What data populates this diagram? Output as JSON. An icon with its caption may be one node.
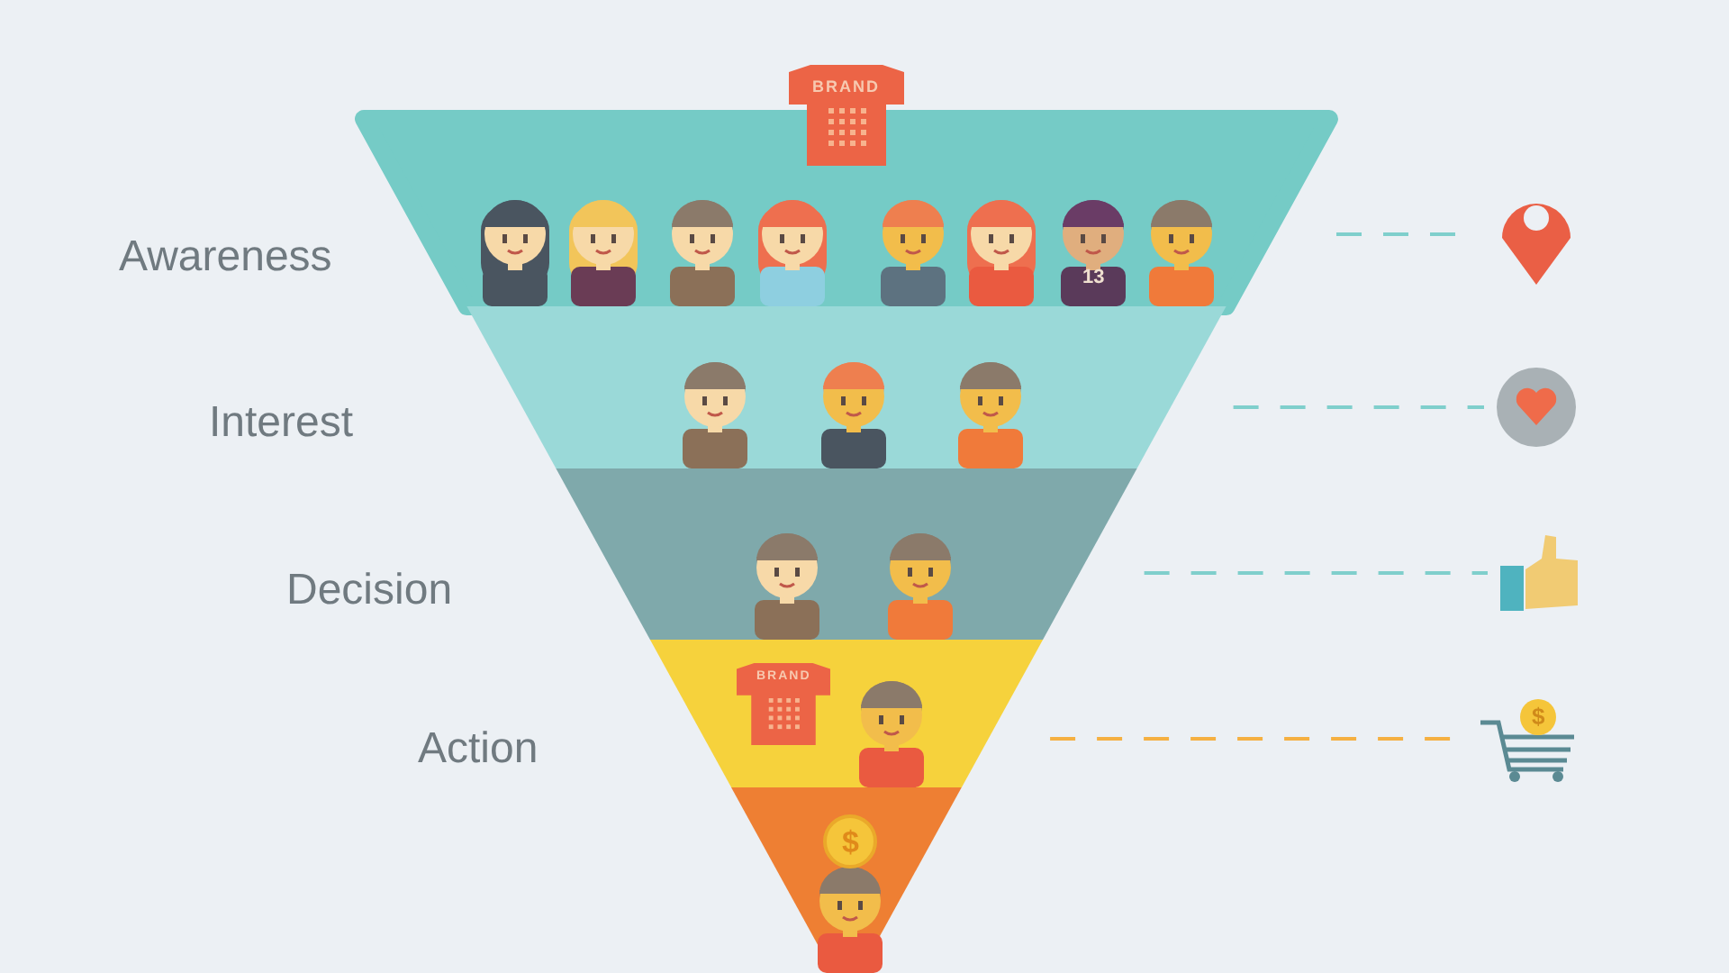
{
  "diagram": {
    "nodes": [
      {
        "text": [
          "Awareness"
        ]
      },
      {
        "text": [
          "Interest"
        ]
      },
      {
        "text": [
          "Decision"
        ]
      },
      {
        "text": [
          "Action"
        ]
      },
      {
        "text": [],
        "shape": "box"
      },
      {
        "text": [],
        "shape": "picture"
      },
      {
        "text": [],
        "shape": "picture"
      },
      {
        "text": [],
        "shape": "picture"
      },
      {
        "text": [],
        "shape": "picture"
      }
    ],
    "edges": [
      {
        "from": 0,
        "to": 5,
        "arrow": "none",
        "style": "dashed"
      },
      {
        "from": 1,
        "to": 6,
        "arrow": "none",
        "style": "dashed"
      },
      {
        "from": 2,
        "to": 7,
        "arrow": "none",
        "style": "dashed"
      },
      {
        "from": 3,
        "to": 8,
        "arrow": "none",
        "style": "dashed",
        "color": "#f5b041"
      }
    ],
    "labels": [
      "BRAND",
      "13",
      "BRAND",
      "$",
      "$"
    ]
  }
}
